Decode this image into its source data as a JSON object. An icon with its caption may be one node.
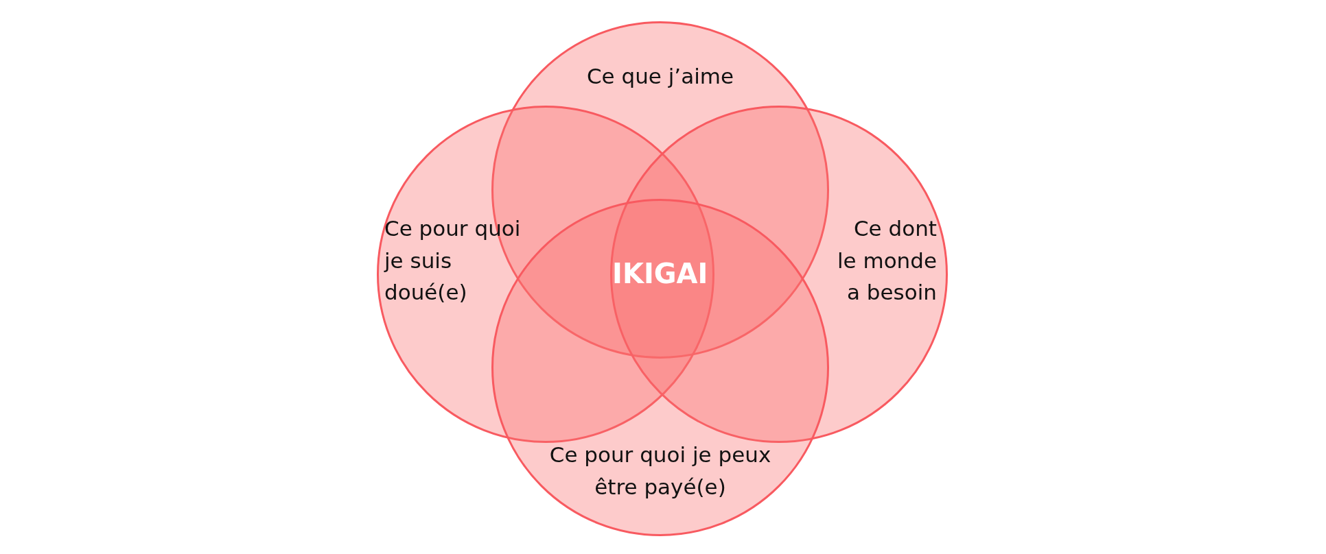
{
  "diagram": {
    "nodes": [
      {
        "text": [
          "Ce que j’aime"
        ]
      },
      {
        "text": [
          "Ce pour quoi je suis doué(e)"
        ]
      },
      {
        "text": [
          "Ce dont le monde a besoin"
        ]
      },
      {
        "text": [
          "Ce pour quoi je peux être payé(e)"
        ]
      }
    ],
    "labels": [
      "IKIGAI"
    ]
  }
}
